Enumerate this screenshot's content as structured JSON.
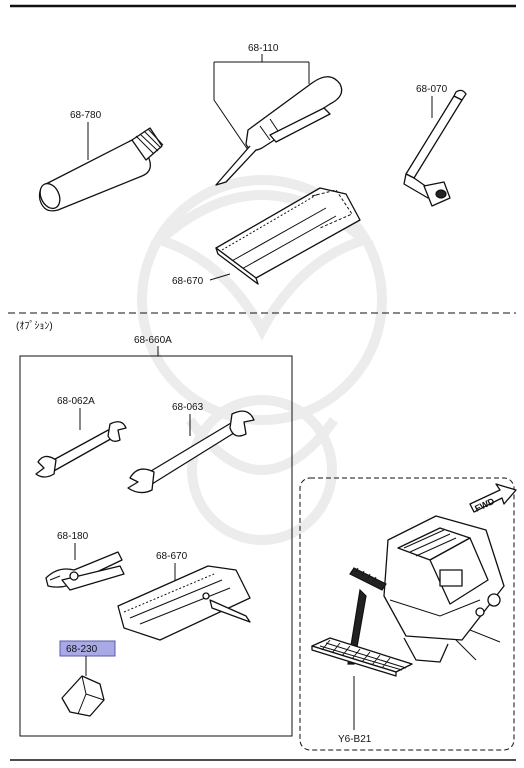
{
  "labels": {
    "screwdriver": "68-110",
    "handle": "68-780",
    "lug_wrench": "68-070",
    "tool_bag_top": "68-670",
    "option_note": "(ｵﾌﾟｼｮﾝ)",
    "tool_kit": "68-660A",
    "wrench_small": "68-062A",
    "wrench_large": "68-063",
    "pliers": "68-180",
    "tool_bag_kit": "68-670",
    "highlighted_part": "68-230",
    "filter": "Y6-B21"
  },
  "fwd_badge": "FWD",
  "colors": {
    "highlight_fill": "#a9a9e6",
    "highlight_stroke": "#5a5aa8",
    "line": "#111111"
  }
}
